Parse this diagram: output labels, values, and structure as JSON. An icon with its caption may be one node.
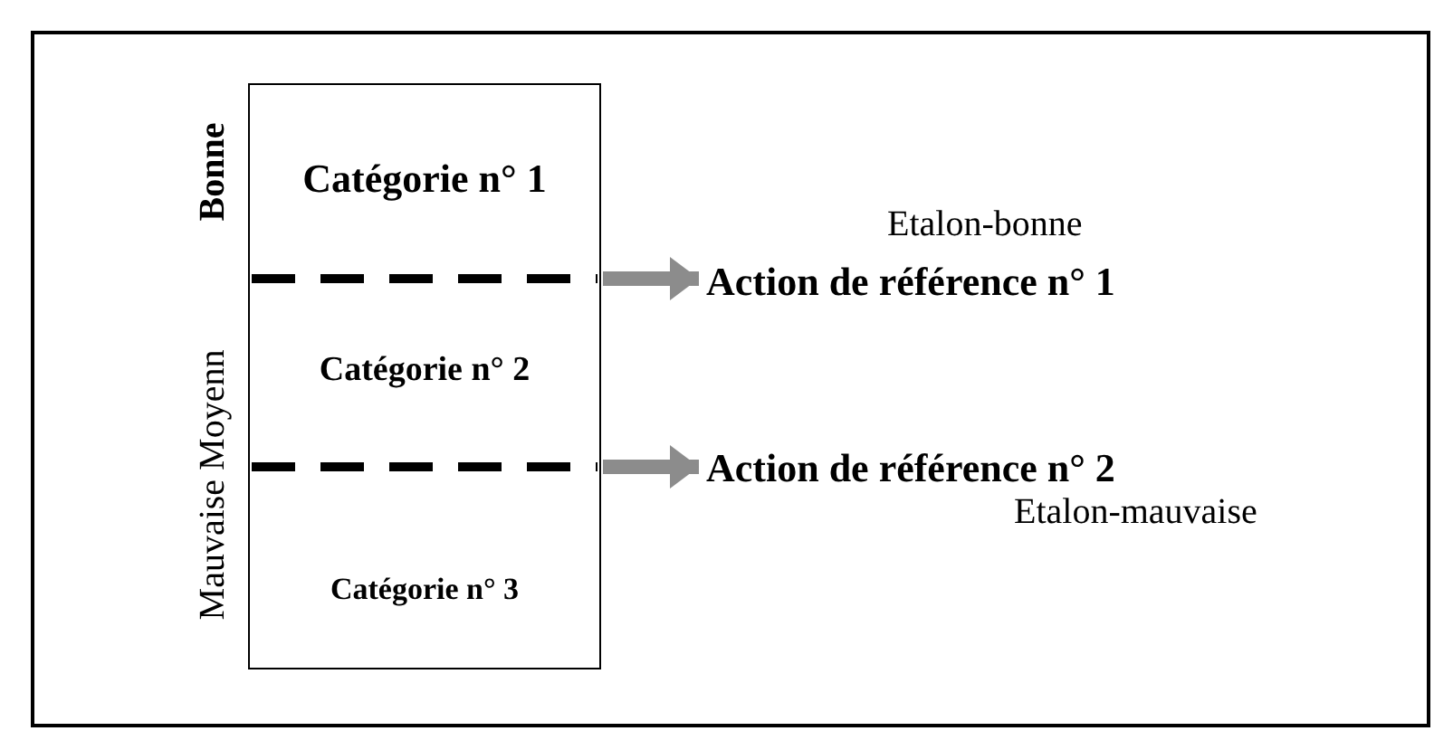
{
  "diagram": {
    "nodes": [
      {
        "text": [],
        "shape": "box"
      },
      {
        "text": [
          "Catégorie n° 1"
        ],
        "in": 0
      },
      {
        "text": [],
        "shape": "line",
        "in": 0
      },
      {
        "text": [
          "Catégorie n° 2"
        ],
        "in": 0
      },
      {
        "text": [],
        "shape": "line",
        "in": 0
      },
      {
        "text": [
          "Catégorie n° 3"
        ],
        "in": 0
      },
      {
        "text": [
          "Action de référence n° 1"
        ]
      },
      {
        "text": [
          "Action de référence n° 2"
        ]
      }
    ],
    "edges": [
      {
        "from": 2,
        "to": 6,
        "arrow": "to"
      },
      {
        "from": 4,
        "to": 7,
        "arrow": "to"
      }
    ],
    "labels": [
      "Bonne",
      "Mauvaise Moyenn",
      "Etalon-bonne",
      "Etalon-mauvaise"
    ]
  }
}
